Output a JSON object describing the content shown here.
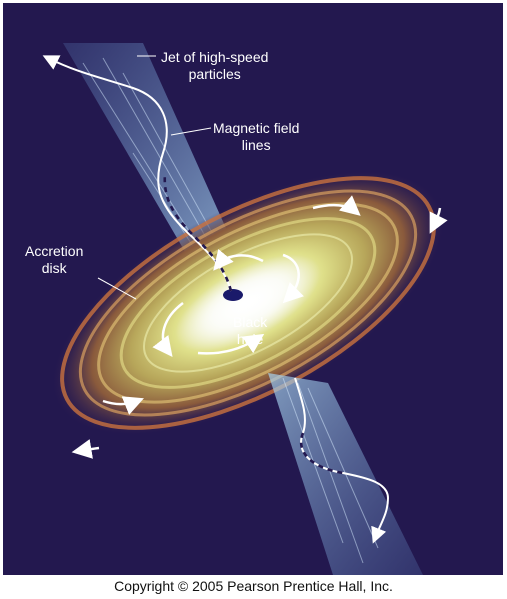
{
  "labels": {
    "jet_line1": "Jet of high-speed",
    "jet_line2": "particles",
    "magnetic_line1": "Magnetic field",
    "magnetic_line2": "lines",
    "accretion_line1": "Accretion",
    "accretion_line2": "disk",
    "blackhole_line1": "Black",
    "blackhole_line2": "hole"
  },
  "copyright": "Copyright © 2005 Pearson Prentice Hall, Inc.",
  "colors": {
    "space": "#23184f",
    "disk_outer": "#c46a3a",
    "disk_mid": "#d9d27a",
    "disk_core": "#ffffff",
    "jet": "#6fa6d8",
    "label": "#ffffff"
  }
}
